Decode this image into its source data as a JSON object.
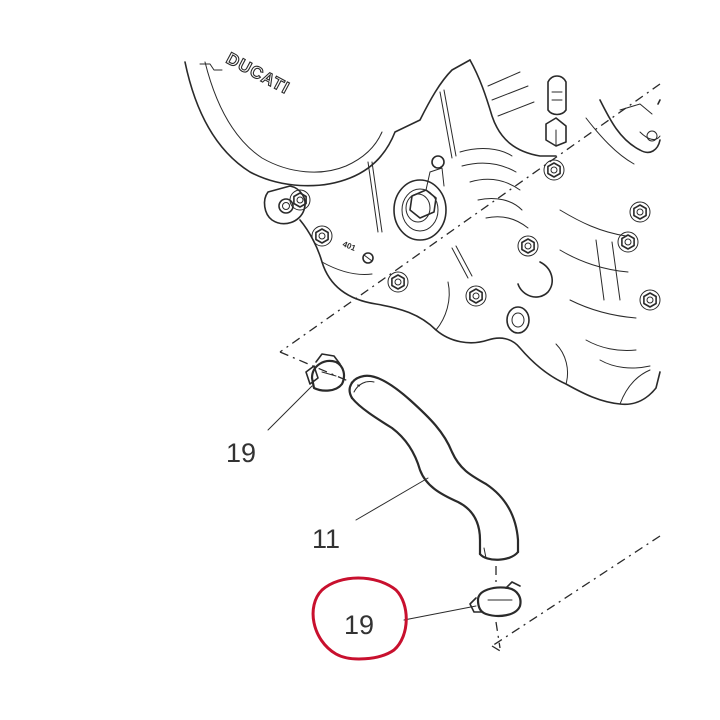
{
  "diagram": {
    "brand_logo": "DUCATI",
    "casting_stamp": "401",
    "callouts": [
      {
        "id": "clamp-upper",
        "label": "19"
      },
      {
        "id": "hose",
        "label": "11"
      },
      {
        "id": "clamp-lower",
        "label": "19",
        "highlighted": true
      }
    ],
    "highlight_color": "#c8102e",
    "line_color": "#2a2a2a"
  }
}
